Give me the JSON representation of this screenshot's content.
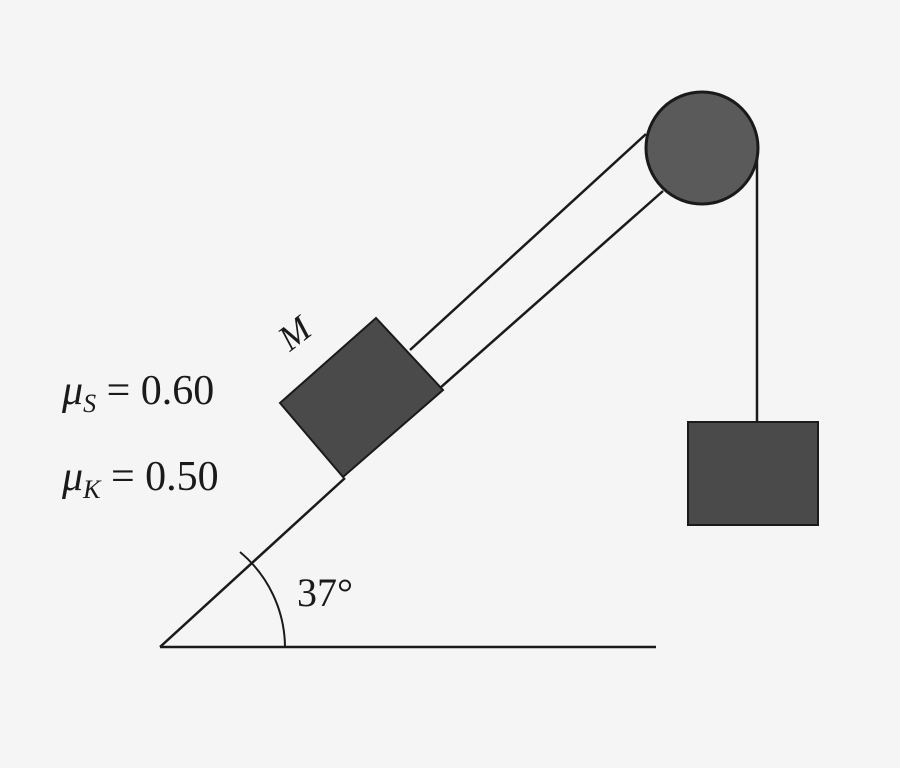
{
  "diagram": {
    "mass_label": "M",
    "angle_label": "37°",
    "mu_s": {
      "symbol": "μ",
      "subscript": "S",
      "value": " = 0.60"
    },
    "mu_k": {
      "symbol": "μ",
      "subscript": "K",
      "value": " = 0.50"
    },
    "colors": {
      "block": "#4a4a4a",
      "pulley": "#5a5a5a",
      "line": "#1a1a1a",
      "background": "#f5f5f5"
    }
  }
}
